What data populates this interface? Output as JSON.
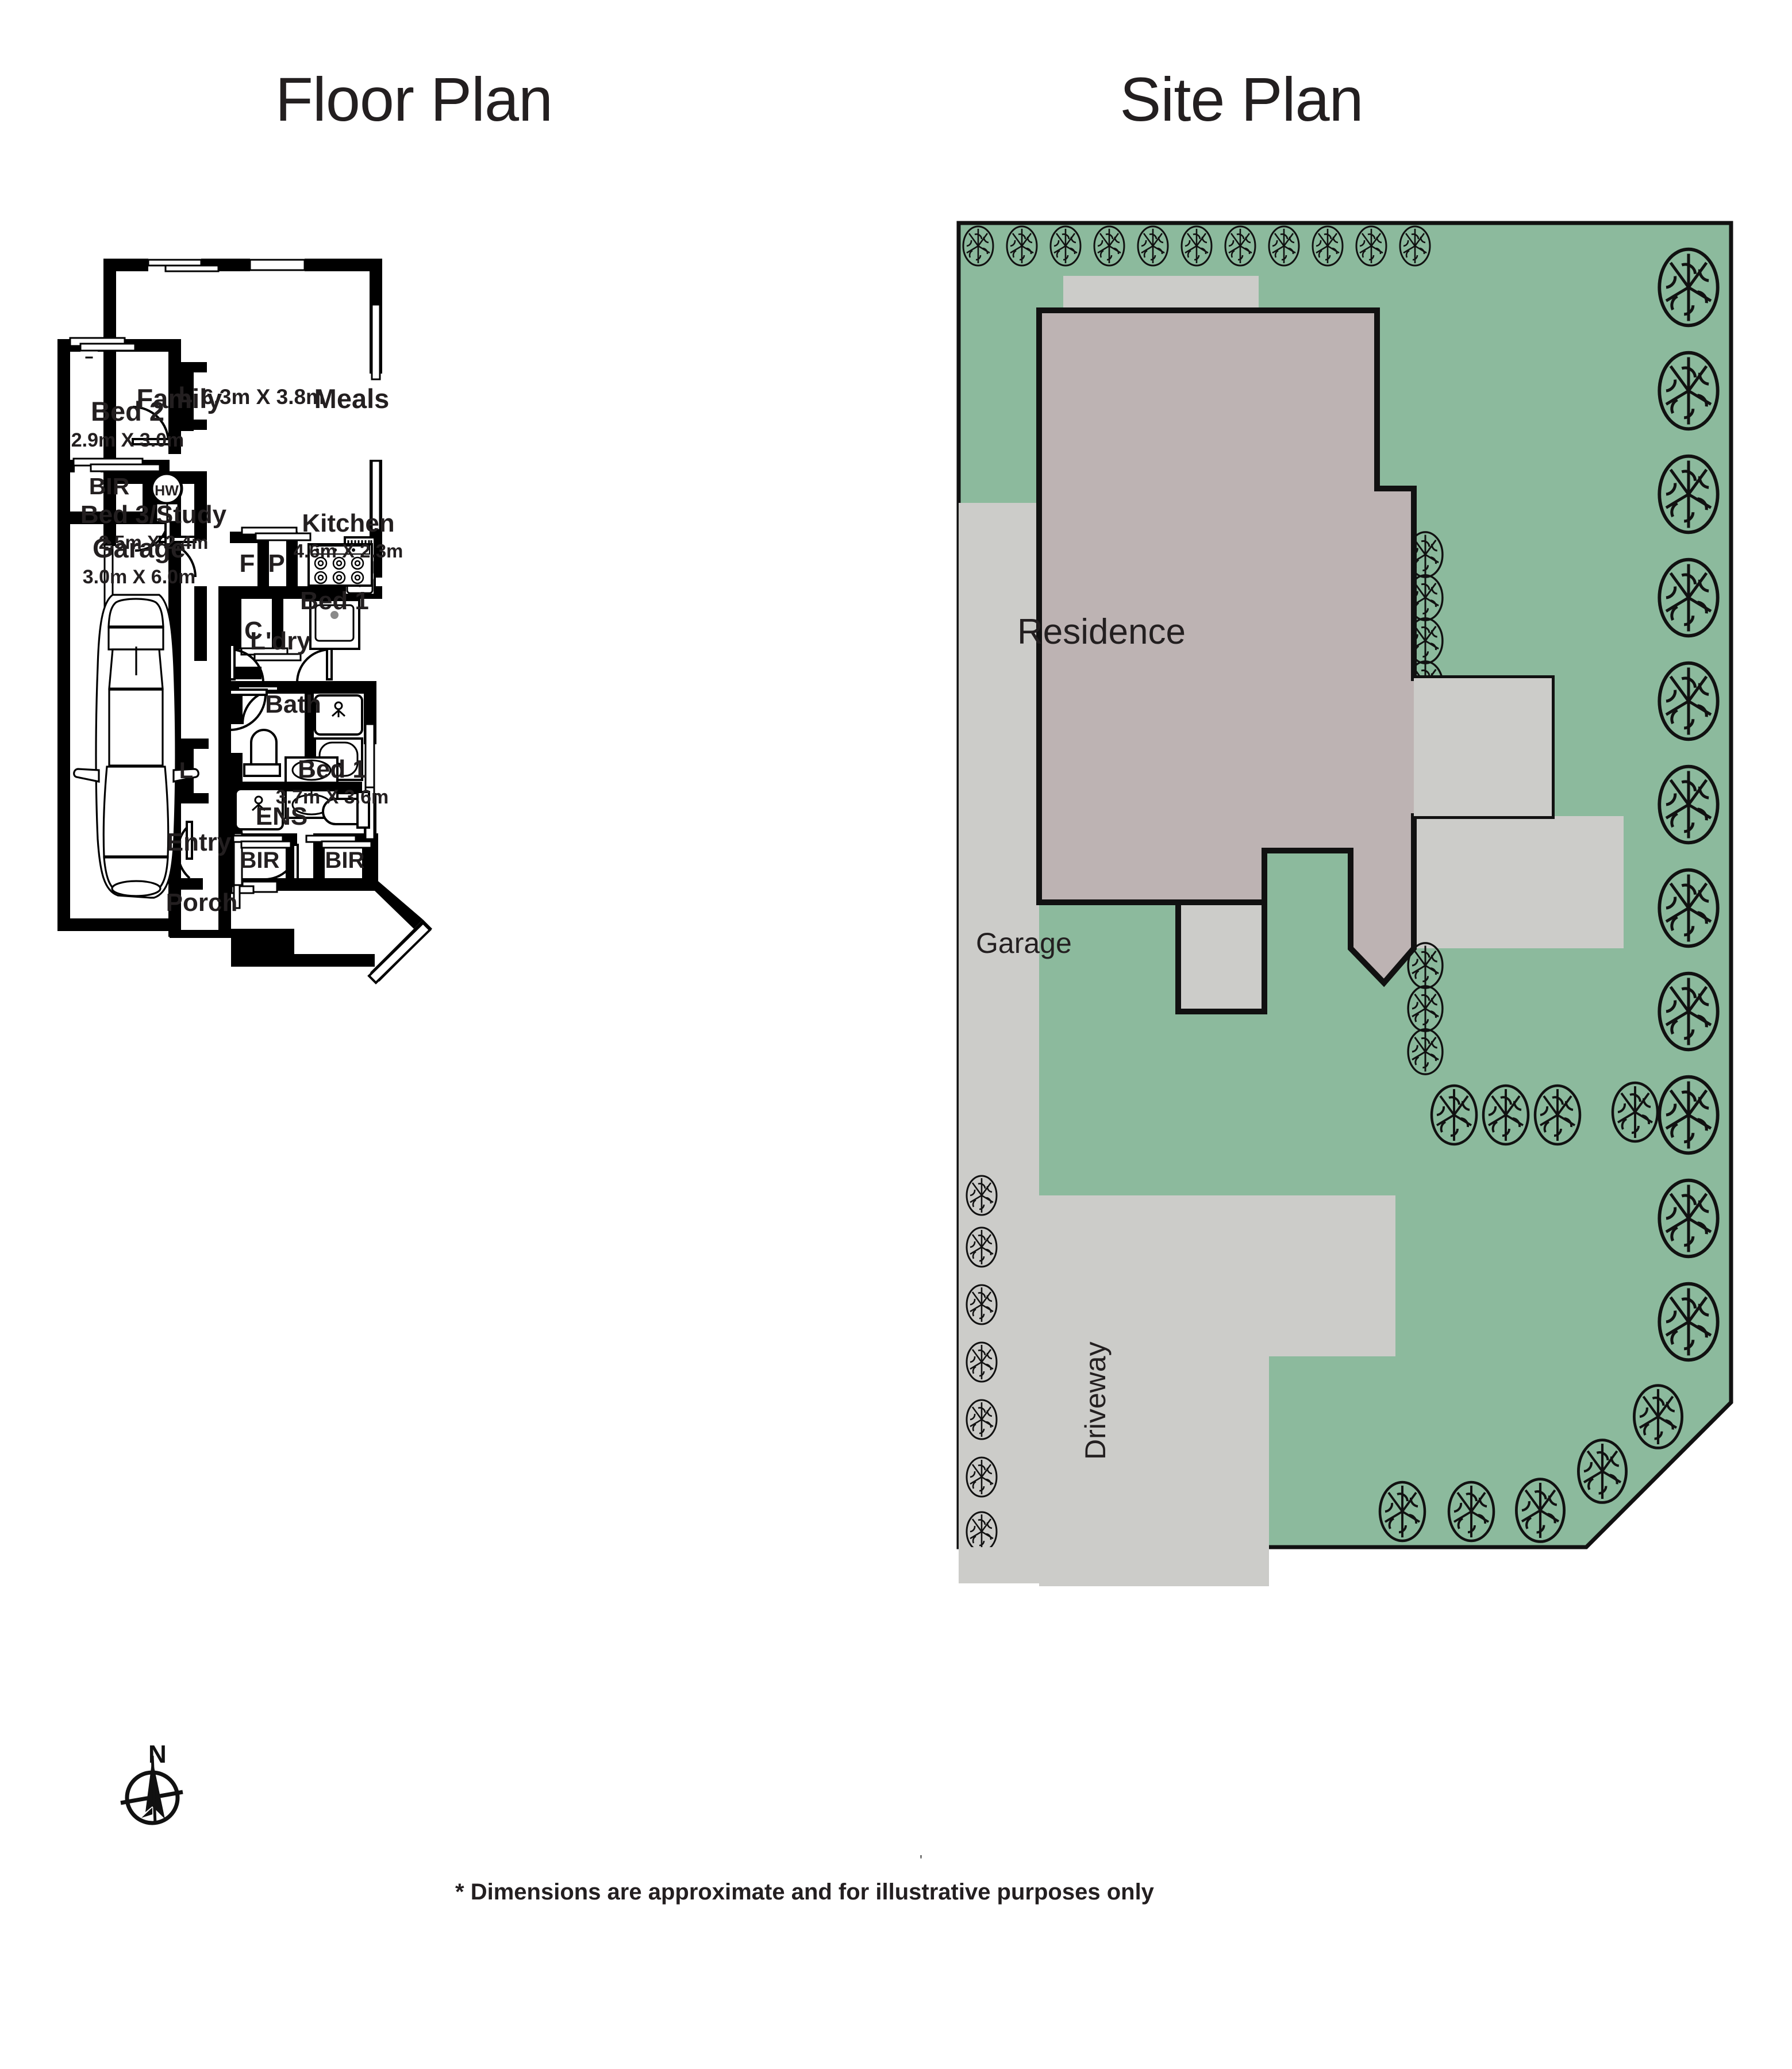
{
  "titles": {
    "floor_plan": "Floor Plan",
    "site_plan": "Site Plan"
  },
  "disclaimer": "* Dimensions are approximate and for illustrative purposes only",
  "compass": {
    "label": "N"
  },
  "floor_plan": {
    "rooms": [
      {
        "name": "Family",
        "dims": "6.3m X 3.8m"
      },
      {
        "name": "Meals",
        "dims": ""
      },
      {
        "name": "Kitchen",
        "dims": "4.6m X 2.3m"
      },
      {
        "name": "Bed 3/Study",
        "dims": "2.5m X 2.4m"
      },
      {
        "name": "Bed 2",
        "dims": "2.9m X 3.0m"
      },
      {
        "name": "Garage",
        "dims": "3.0m X 6.0m"
      },
      {
        "name": "Bed 1",
        "dims": "3.7m X 3.6m"
      },
      {
        "name": "Bath",
        "dims": ""
      },
      {
        "name": "ENS",
        "dims": ""
      },
      {
        "name": "L'dry",
        "dims": ""
      },
      {
        "name": "Entry",
        "dims": ""
      },
      {
        "name": "Porch",
        "dims": ""
      }
    ],
    "labels": {
      "family": "Family",
      "family_dims": "6.3m X 3.8m",
      "meals": "Meals",
      "kitchen": "Kitchen",
      "kitchen_dims": "4.6m X 2.3m",
      "bed3": "Bed 3/Study",
      "bed3_dims": "2.5m X 2.4m",
      "bed2": "Bed 2",
      "bed2_dims": "2.9m X 3.0m",
      "garage": "Garage",
      "garage_dims": "3.0m X 6.0m",
      "bed1": "Bed 1",
      "bed1_dims": "3.7m X 3.6m",
      "bath": "Bath",
      "ens": "ENS",
      "ldry": "L'dry",
      "entry": "Entry",
      "porch": "Porch",
      "bir_bed2": "BIR",
      "bir_left": "BIR",
      "bir_right": "BIR",
      "fridge": "F",
      "pantry": "P",
      "cupboard": "C",
      "linen_upper": "L",
      "linen_lower": "L",
      "hot_water": "HW"
    }
  },
  "site_plan": {
    "labels": {
      "residence": "Residence",
      "garage": "Garage",
      "driveway": "Driveway"
    }
  },
  "colors": {
    "lawn": "#8CBA9D",
    "paving": "#CCCCC9",
    "residence": "#BDB3B3",
    "wall": "#000000",
    "text": "#231f20",
    "background": "#FFFFFF"
  }
}
